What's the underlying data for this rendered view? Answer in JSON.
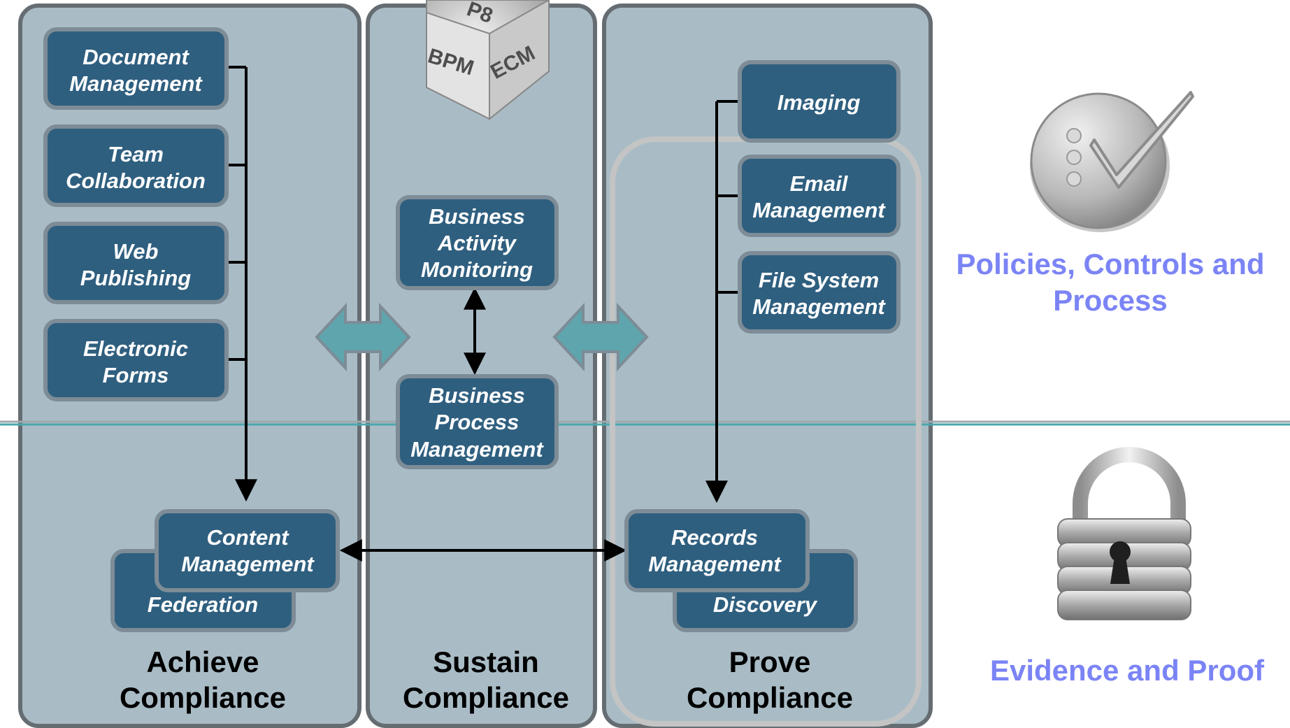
{
  "cube": {
    "label_left": "BPM",
    "label_right": "ECM",
    "label_top": "P8"
  },
  "columns": {
    "achieve": {
      "line1": "Achieve",
      "line2": "Compliance"
    },
    "sustain": {
      "line1": "Sustain",
      "line2": "Compliance"
    },
    "prove": {
      "line1": "Prove",
      "line2": "Compliance"
    }
  },
  "boxes": {
    "document_management": [
      "Document",
      "Management"
    ],
    "team_collaboration": [
      "Team",
      "Collaboration"
    ],
    "web_publishing": [
      "Web",
      "Publishing"
    ],
    "electronic_forms": [
      "Electronic",
      "Forms"
    ],
    "federation": [
      "Federation"
    ],
    "content_management": [
      "Content",
      "Management"
    ],
    "business_activity_monitoring": [
      "Business",
      "Activity",
      "Monitoring"
    ],
    "business_process_management": [
      "Business",
      "Process",
      "Management"
    ],
    "imaging": [
      "Imaging"
    ],
    "email_management": [
      "Email",
      "Management"
    ],
    "file_system_management": [
      "File System",
      "Management"
    ],
    "discovery": [
      "Discovery"
    ],
    "records_management": [
      "Records",
      "Management"
    ]
  },
  "side": {
    "policies": {
      "line1": "Policies, Controls and",
      "line2": "Process",
      "icon": "checkmark-icon"
    },
    "evidence": {
      "line1": "Evidence and Proof",
      "icon": "padlock-icon"
    }
  },
  "colors": {
    "panel_fill": "#a9bcc6",
    "panel_stroke": "#666d72",
    "box_fill": "#2f5f7f",
    "box_stroke": "#7d8c96",
    "arrow_fill": "#5fa5ad",
    "divider": "#4aa8ad",
    "side_text": "#7b84f5"
  }
}
